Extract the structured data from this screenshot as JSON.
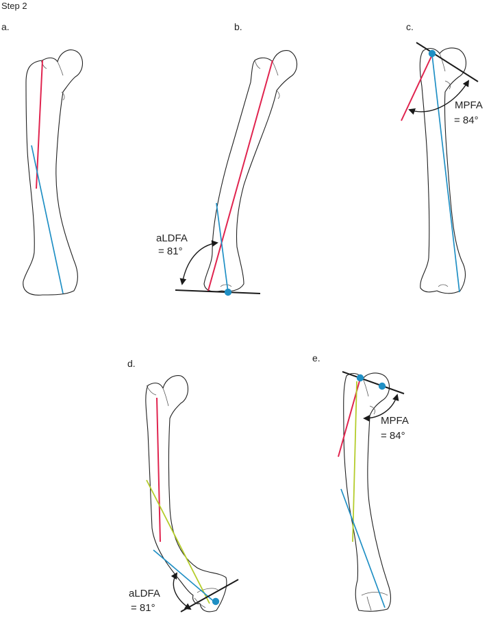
{
  "title": "Step 2",
  "colors": {
    "red": "#e0234e",
    "blue": "#1f8fc4",
    "green": "#b4cc2a",
    "black": "#1a1a1a",
    "dot": "#1f8fc4"
  },
  "panels": {
    "a": {
      "label": "a."
    },
    "b": {
      "label": "b.",
      "angle_name": "aLDFA",
      "angle_value": "= 81°"
    },
    "c": {
      "label": "c.",
      "angle_name": "MPFA",
      "angle_value": "= 84°"
    },
    "d": {
      "label": "d.",
      "angle_name": "aLDFA",
      "angle_value": "= 81°"
    },
    "e": {
      "label": "e.",
      "angle_name": "MPFA",
      "angle_value": "= 84°"
    }
  }
}
